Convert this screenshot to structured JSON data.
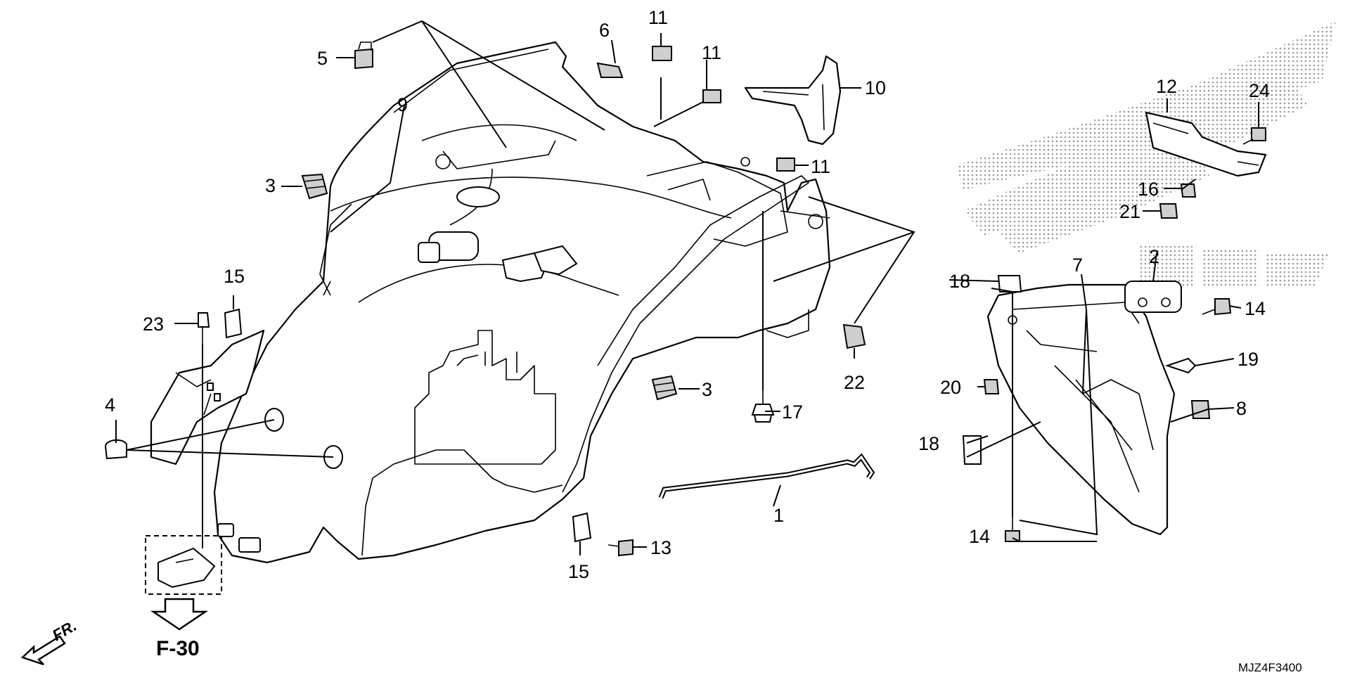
{
  "diagram": {
    "callouts": [
      {
        "id": "c1",
        "label": "1"
      },
      {
        "id": "c2",
        "label": "2"
      },
      {
        "id": "c3a",
        "label": "3"
      },
      {
        "id": "c3b",
        "label": "3"
      },
      {
        "id": "c4",
        "label": "4"
      },
      {
        "id": "c5",
        "label": "5"
      },
      {
        "id": "c6",
        "label": "6"
      },
      {
        "id": "c7",
        "label": "7"
      },
      {
        "id": "c8",
        "label": "8"
      },
      {
        "id": "c9",
        "label": "9"
      },
      {
        "id": "c10",
        "label": "10"
      },
      {
        "id": "c11a",
        "label": "11"
      },
      {
        "id": "c11b",
        "label": "11"
      },
      {
        "id": "c11c",
        "label": "11"
      },
      {
        "id": "c12",
        "label": "12"
      },
      {
        "id": "c13",
        "label": "13"
      },
      {
        "id": "c14a",
        "label": "14"
      },
      {
        "id": "c14b",
        "label": "14"
      },
      {
        "id": "c15a",
        "label": "15"
      },
      {
        "id": "c15b",
        "label": "15"
      },
      {
        "id": "c16",
        "label": "16"
      },
      {
        "id": "c17",
        "label": "17"
      },
      {
        "id": "c18a",
        "label": "18"
      },
      {
        "id": "c18b",
        "label": "18"
      },
      {
        "id": "c19",
        "label": "19"
      },
      {
        "id": "c20",
        "label": "20"
      },
      {
        "id": "c21",
        "label": "21"
      },
      {
        "id": "c22",
        "label": "22"
      },
      {
        "id": "c23",
        "label": "23"
      },
      {
        "id": "c24",
        "label": "24"
      }
    ],
    "reference_label": "F-30",
    "direction_label": "FR.",
    "diagram_code": "MJZ4F3400"
  }
}
